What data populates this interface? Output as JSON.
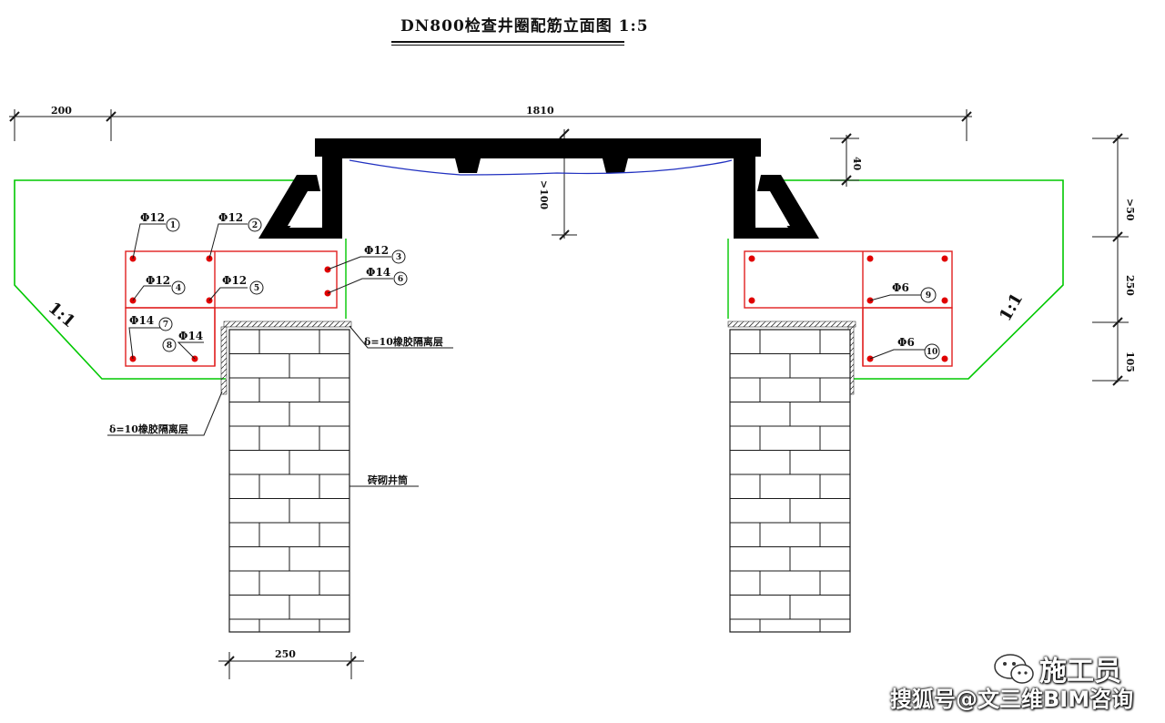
{
  "title": "DN800检查井圈配筋立面图 1:5",
  "dimensions": {
    "left_offset": "200",
    "total_width": "1810",
    "top_height": "40",
    "inner_depth": ">100",
    "right_top": ">50",
    "right_mid": "250",
    "right_low": "105",
    "wall_width": "250"
  },
  "slopes": {
    "left": "1:1",
    "right": "1:1"
  },
  "rebar_labels": {
    "r1": "Φ12",
    "c1": "1",
    "r2": "Φ12",
    "c2": "2",
    "r3": "Φ12",
    "c3": "3",
    "r4": "Φ12",
    "c4": "4",
    "r5": "Φ12",
    "c5": "5",
    "r6": "Φ14",
    "c6": "6",
    "r7": "Φ14",
    "c7": "7",
    "r8": "Φ14",
    "c8": "8",
    "r9": "Φ6",
    "c9": "9",
    "r10": "Φ6",
    "c10": "10"
  },
  "annotations": {
    "upper_note": "δ=10橡胶隔离层",
    "lower_note": "δ=10橡胶隔离层",
    "wall_note": "砖砌井筒"
  },
  "watermark": {
    "brand": "施工员",
    "source": "搜狐号@文三维BIM咨询"
  },
  "colors": {
    "outline": "#00c800",
    "rebar_frame": "#e02020",
    "rebar_dot": "#e00000",
    "cover": "#000000",
    "line": "#1a1a1a",
    "blue": "#2030c0"
  }
}
